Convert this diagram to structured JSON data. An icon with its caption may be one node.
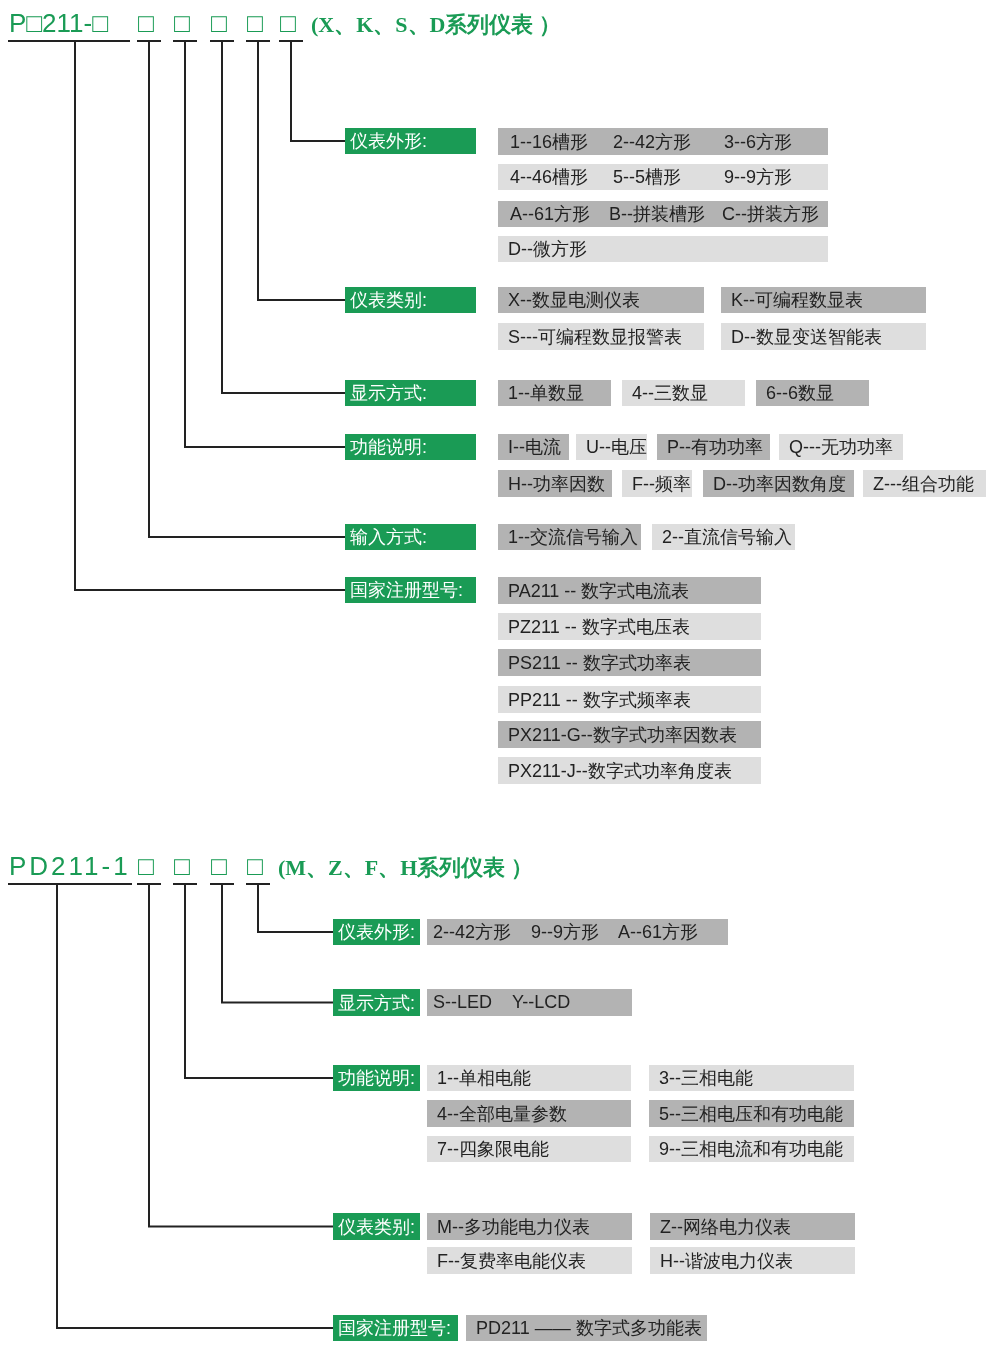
{
  "diagram": {
    "nodes": [
      {
        "text": [
          "P□211-□"
        ]
      },
      {
        "text": [
          "□"
        ]
      },
      {
        "text": [
          "□"
        ]
      },
      {
        "text": [
          "□"
        ]
      },
      {
        "text": [
          "□"
        ]
      },
      {
        "text": [
          "□"
        ]
      },
      {
        "text": [
          "仪表外形:"
        ]
      },
      {
        "text": [
          "1--16槽形",
          "2--42方形",
          "3--6方形"
        ]
      },
      {
        "text": [
          "4--46槽形",
          "5--5槽形",
          "9--9方形"
        ]
      },
      {
        "text": [
          "A--61方形",
          "B--拼装槽形",
          "C--拼装方形"
        ]
      },
      {
        "text": [
          "D--微方形"
        ]
      },
      {
        "text": [
          "仪表类别:"
        ]
      },
      {
        "text": [
          "X--数显电测仪表"
        ]
      },
      {
        "text": [
          "K--可编程数显表"
        ]
      },
      {
        "text": [
          "S---可编程数显报警表"
        ]
      },
      {
        "text": [
          "D--数显变送智能表"
        ]
      },
      {
        "text": [
          "显示方式:"
        ]
      },
      {
        "text": [
          "1--单数显"
        ]
      },
      {
        "text": [
          "4--三数显"
        ]
      },
      {
        "text": [
          "6--6数显"
        ]
      },
      {
        "text": [
          "功能说明:"
        ]
      },
      {
        "text": [
          "I--电流"
        ]
      },
      {
        "text": [
          "U--电压"
        ]
      },
      {
        "text": [
          "P--有功功率"
        ]
      },
      {
        "text": [
          "Q---无功功率"
        ]
      },
      {
        "text": [
          "H--功率因数"
        ]
      },
      {
        "text": [
          "F--频率"
        ]
      },
      {
        "text": [
          "D--功率因数角度"
        ]
      },
      {
        "text": [
          "Z---组合功能"
        ]
      },
      {
        "text": [
          "输入方式:"
        ]
      },
      {
        "text": [
          "1--交流信号输入"
        ]
      },
      {
        "text": [
          "2--直流信号输入"
        ]
      },
      {
        "text": [
          "国家注册型号:"
        ]
      },
      {
        "text": [
          "PA211 -- 数字式电流表"
        ]
      },
      {
        "text": [
          "PZ211 -- 数字式电压表"
        ]
      },
      {
        "text": [
          "PS211 -- 数字式功率表"
        ]
      },
      {
        "text": [
          "PP211 -- 数字式频率表"
        ]
      },
      {
        "text": [
          "PX211-G--数字式功率因数表"
        ]
      },
      {
        "text": [
          "PX211-J--数字式功率角度表"
        ]
      },
      {
        "text": [
          "PD211-1"
        ]
      },
      {
        "text": [
          "□"
        ]
      },
      {
        "text": [
          "□"
        ]
      },
      {
        "text": [
          "□"
        ]
      },
      {
        "text": [
          "□"
        ]
      },
      {
        "text": [
          "仪表外形:"
        ]
      },
      {
        "text": [
          "2--42方形",
          "9--9方形",
          "A--61方形"
        ]
      },
      {
        "text": [
          "显示方式:"
        ]
      },
      {
        "text": [
          "S--LED",
          "Y--LCD"
        ]
      },
      {
        "text": [
          "功能说明:"
        ]
      },
      {
        "text": [
          "1--单相电能"
        ]
      },
      {
        "text": [
          "3--三相电能"
        ]
      },
      {
        "text": [
          "4--全部电量参数"
        ]
      },
      {
        "text": [
          "5--三相电压和有功电能"
        ]
      },
      {
        "text": [
          "7--四象限电能"
        ]
      },
      {
        "text": [
          "9--三相电流和有功电能"
        ]
      },
      {
        "text": [
          "仪表类别:"
        ]
      },
      {
        "text": [
          "M--多功能电力仪表"
        ]
      },
      {
        "text": [
          "Z--网络电力仪表"
        ]
      },
      {
        "text": [
          "F--复费率电能仪表"
        ]
      },
      {
        "text": [
          "H--谐波电力仪表"
        ]
      },
      {
        "text": [
          "国家注册型号:"
        ]
      },
      {
        "text": [
          "PD211 —— 数字式多功能表"
        ]
      }
    ],
    "edges": [
      {
        "from": 5,
        "to": 6,
        "arrow": "none"
      },
      {
        "from": 4,
        "to": 11,
        "arrow": "none"
      },
      {
        "from": 3,
        "to": 16,
        "arrow": "none"
      },
      {
        "from": 2,
        "to": 20,
        "arrow": "none"
      },
      {
        "from": 1,
        "to": 29,
        "arrow": "none"
      },
      {
        "from": 0,
        "to": 32,
        "arrow": "none"
      },
      {
        "from": 43,
        "to": 44,
        "arrow": "none"
      },
      {
        "from": 42,
        "to": 46,
        "arrow": "none"
      },
      {
        "from": 41,
        "to": 48,
        "arrow": "none"
      },
      {
        "from": 40,
        "to": 55,
        "arrow": "none"
      },
      {
        "from": 39,
        "to": 60,
        "arrow": "none"
      }
    ],
    "labels": [
      "(X、K、S、D系列仪表 ）",
      "(M、Z、F、H系列仪表 ）"
    ]
  }
}
